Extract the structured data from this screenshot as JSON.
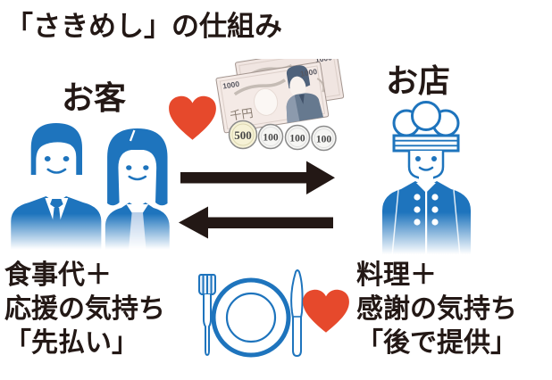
{
  "title": "「さきめし」の仕組み",
  "customer": {
    "label": "お客",
    "gives_lines": [
      "食事代＋",
      "応援の気持ち",
      "「先払い」"
    ]
  },
  "shop": {
    "label": "お店",
    "gives_lines": [
      "料理＋",
      "感謝の気持ち",
      "「後で提供」"
    ]
  },
  "money": {
    "bill_corner_value": "1000",
    "bill_kanji_label": "千円",
    "coin_values": [
      "500",
      "100",
      "100",
      "100"
    ]
  },
  "icons": {
    "customers": "couple-icon",
    "shop": "chef-icon",
    "support": "heart-icon",
    "payment": "banknotes-coins-icon",
    "meal": "fork-plate-knife-icon",
    "flow_to_shop": "arrow-right-icon",
    "flow_to_customer": "arrow-left-icon"
  },
  "colors": {
    "figure_blue": "#1e74bd",
    "inner_top_blue": "#b9cfe9",
    "heart_red": "#e6492c",
    "arrow_ink": "#231815",
    "text_ink": "#231815",
    "banknote_beige": "#f4eae6",
    "portrait_slate": "#66798f",
    "coin_500_fill": "#f6f2d6",
    "coin_100_fill": "#f6f6f4"
  }
}
